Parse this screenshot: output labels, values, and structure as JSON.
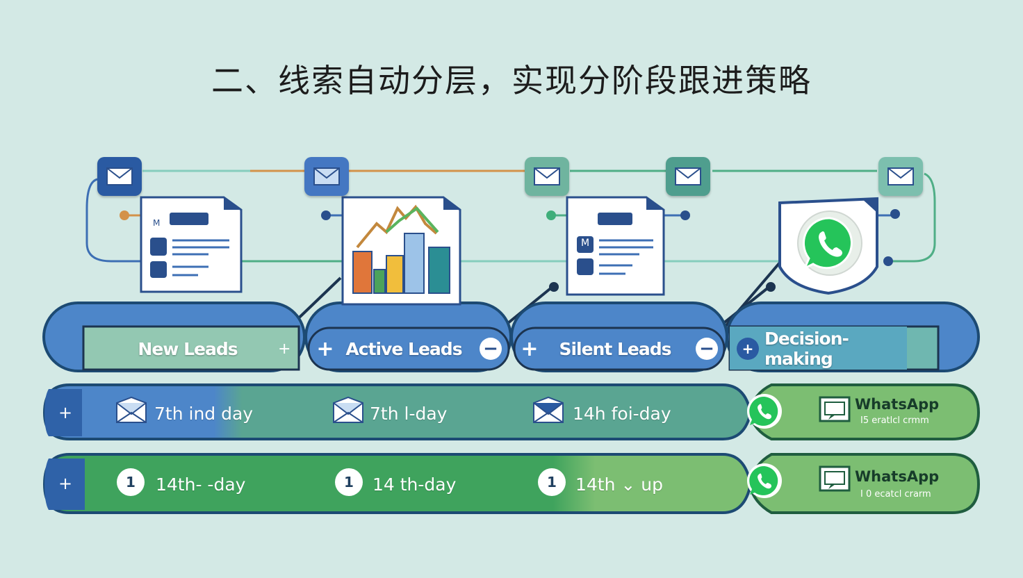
{
  "title": "二、线索自动分层，实现分阶段跟进策略",
  "stages": [
    {
      "label": "New Leads",
      "sign": "+"
    },
    {
      "label": "Active Leads",
      "sign_left": "+",
      "sign_right": "−"
    },
    {
      "label": "Silent Leads",
      "sign_left": "+",
      "sign_right": "−"
    },
    {
      "label": "Decision-making",
      "sign_left": "+"
    }
  ],
  "row1": {
    "plus": "+",
    "items": [
      {
        "icon": "envelope-icon",
        "text": "7th ind day"
      },
      {
        "icon": "envelope-icon",
        "text": "7th l-day"
      },
      {
        "icon": "envelope-icon",
        "text": "14h foi-day"
      }
    ],
    "whatsapp": {
      "title": "WhatsApp",
      "sub": "I5 eratlcl crmm"
    }
  },
  "row2": {
    "plus": "+",
    "items": [
      {
        "num": "1",
        "text": "14th- -day"
      },
      {
        "num": "1",
        "text": "14 th-day"
      },
      {
        "num": "1",
        "text": "14th ⌄ up"
      }
    ],
    "whatsapp": {
      "title": "WhatsApp",
      "sub": "I 0 ecatcl crarm"
    }
  },
  "doc_marks": {
    "doc1": "M",
    "doc3": "M"
  },
  "colors": {
    "blue": "#4d86c9",
    "dark_blue": "#1c4a73",
    "teal": "#5aa592",
    "green": "#3fa35d",
    "light_green": "#7cbe72",
    "whatsapp_green": "#25d366",
    "background": "#d3e9e5"
  }
}
